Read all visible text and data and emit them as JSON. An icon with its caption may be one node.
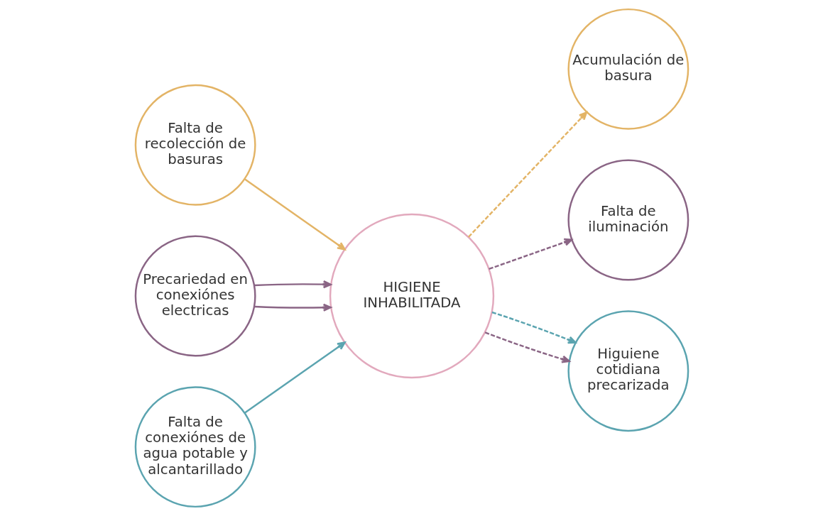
{
  "diagram": {
    "nodes": [
      {
        "text": [
          "Falta de recolección de basuras"
        ]
      },
      {
        "text": [
          "Acumulación de basura"
        ]
      },
      {
        "text": [
          "Precariedad en conexiónes electricas"
        ]
      },
      {
        "text": [
          "HIGIENE INHABILITADA"
        ]
      },
      {
        "text": [
          "Falta de iluminación"
        ]
      },
      {
        "text": [
          "Higuiene cotidiana precarizada"
        ]
      },
      {
        "text": [
          "Falta de conexiónes de agua potable y alcantarillado"
        ]
      }
    ],
    "edges": [
      {
        "from": 0,
        "to": 3,
        "arrow": "to",
        "color": "#e3b466"
      },
      {
        "from": 2,
        "to": 3,
        "arrow": "to",
        "color": "#8a6585"
      },
      {
        "from": 2,
        "to": 3,
        "arrow": "to",
        "color": "#8a6585"
      },
      {
        "from": 6,
        "to": 3,
        "arrow": "to",
        "color": "#5ba4b0"
      },
      {
        "from": 3,
        "to": 1,
        "arrow": "to",
        "style": "dashed",
        "color": "#e3b466"
      },
      {
        "from": 3,
        "to": 4,
        "arrow": "to",
        "style": "dashed",
        "color": "#8a6585"
      },
      {
        "from": 3,
        "to": 5,
        "arrow": "to",
        "style": "dashed",
        "color": "#8a6585"
      },
      {
        "from": 3,
        "to": 5,
        "arrow": "to",
        "style": "dashed",
        "color": "#5ba4b0"
      }
    ]
  }
}
